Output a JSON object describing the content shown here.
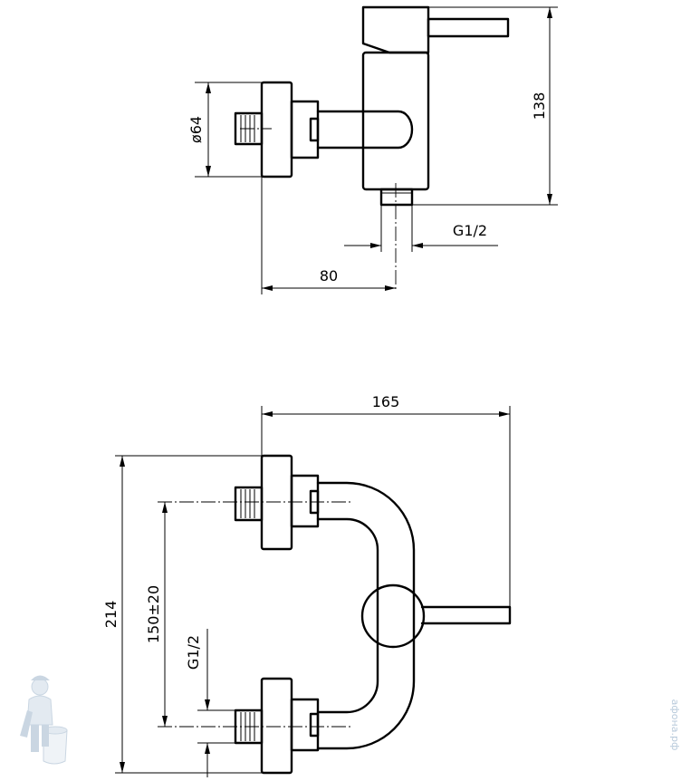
{
  "side_view": {
    "diameter_label": "ø64",
    "height_label": "138",
    "thread_label": "G1/2",
    "depth_label": "80"
  },
  "front_view": {
    "width_label": "165",
    "height_label": "214",
    "spacing_label": "150±20",
    "thread_label": "G1/2"
  },
  "watermark": {
    "text": "афона.рф"
  },
  "colors": {
    "line": "#000000",
    "background": "#ffffff",
    "watermark": "#b8cadb"
  }
}
